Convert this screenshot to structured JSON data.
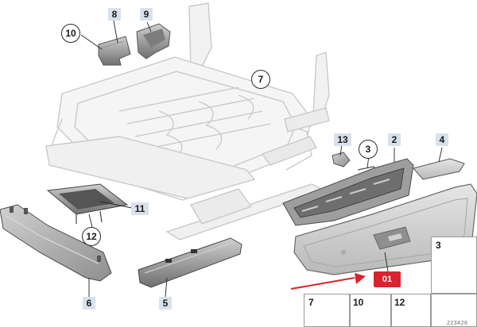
{
  "diagram": {
    "callouts": {
      "p8": "8",
      "p9": "9",
      "p10": "10",
      "p7": "7",
      "p13": "13",
      "p3": "3",
      "p2": "2",
      "p4": "4",
      "p11": "11",
      "p12": "12",
      "p6": "6",
      "p5": "5",
      "p01": "01"
    },
    "parts_box": {
      "label_3": "3",
      "label_7": "7",
      "label_10": "10",
      "label_12": "12"
    },
    "catalog_number": "223426"
  },
  "colors": {
    "part_fill": "#dcdcdc",
    "part_stroke": "#8a8a8a",
    "frame_stroke": "#bdbdbd",
    "tag_bg": "#d8e1ec",
    "highlight_red": "#d9232e"
  }
}
